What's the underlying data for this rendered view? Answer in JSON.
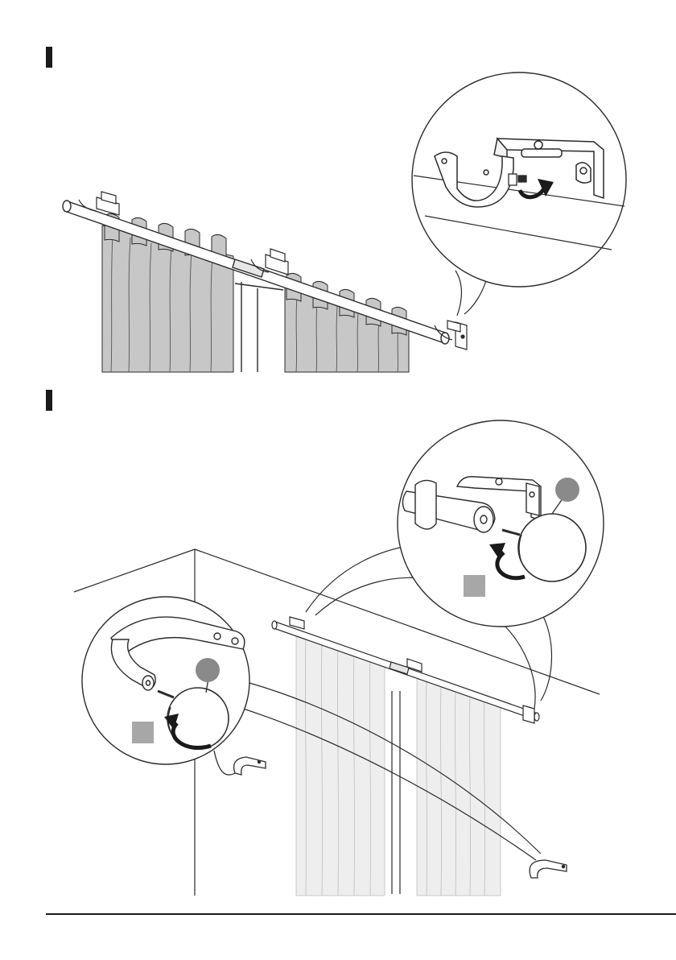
{
  "colors": {
    "line": "#2b2b2b",
    "curtain_dark": "#c7c7c7",
    "curtain_light": "#eeeeee",
    "marker_square": "#a7a7a7",
    "marker_circle": "#8a8a8a",
    "step_bar": "#1a1a1a"
  },
  "steps": [
    {
      "id": "step-1",
      "marker": "bar",
      "detail": "tighten-bracket-screw"
    },
    {
      "id": "step-2",
      "marker": "bar",
      "detail": "attach-finials"
    }
  ],
  "icons": [
    "curtain-rod-icon",
    "bracket-icon",
    "finial-icon",
    "rotate-arrow-icon",
    "holdback-icon",
    "zoom-callout-icon"
  ]
}
